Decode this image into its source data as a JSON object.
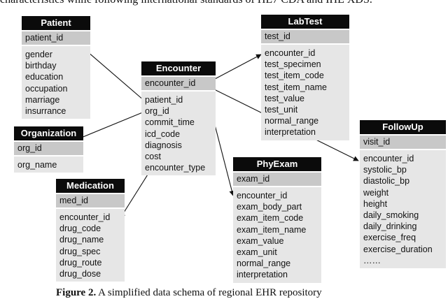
{
  "captions": {
    "top": "characteristics while following international standards of HL7 CDA and IHE XDS.",
    "bottom_prefix": "Figure 2.",
    "bottom_text": " A simplified data schema of regional EHR repository"
  },
  "entities": {
    "patient": {
      "title": "Patient",
      "pk": "patient_id",
      "fields": [
        "gender",
        "birthday",
        "education",
        "occupation",
        "marriage",
        "insurrance"
      ]
    },
    "organization": {
      "title": "Organization",
      "pk": "org_id",
      "fields": [
        "org_name"
      ]
    },
    "medication": {
      "title": "Medication",
      "pk": "med_id",
      "fields": [
        "encounter_id",
        "drug_code",
        "drug_name",
        "drug_spec",
        "drug_route",
        "drug_dose"
      ]
    },
    "encounter": {
      "title": "Encounter",
      "pk": "encounter_id",
      "fields": [
        "patient_id",
        "org_id",
        "commit_time",
        "icd_code",
        "diagnosis",
        "cost",
        "encounter_type"
      ]
    },
    "labtest": {
      "title": "LabTest",
      "pk": "test_id",
      "fields": [
        "encounter_id",
        "test_specimen",
        "test_item_code",
        "test_item_name",
        "test_value",
        "test_unit",
        "normal_range",
        "interpretation"
      ]
    },
    "phyexam": {
      "title": "PhyExam",
      "pk": "exam_id",
      "fields": [
        "encounter_id",
        "exam_body_part",
        "exam_item_code",
        "exam_item_name",
        "exam_value",
        "exam_unit",
        "normal_range",
        "interpretation"
      ]
    },
    "followup": {
      "title": "FollowUp",
      "pk": "visit_id",
      "fields": [
        "encounter_id",
        "systolic_bp",
        "diastolic_bp",
        "weight",
        "height",
        "daily_smoking",
        "daily_drinking",
        "exercise_freq",
        "exercise_duration",
        "……"
      ]
    }
  },
  "colors": {
    "header": "#0b0b0b",
    "key_row": "#c8c8c8",
    "field_rows": "#e6e6e6",
    "arrow": "#111111"
  }
}
